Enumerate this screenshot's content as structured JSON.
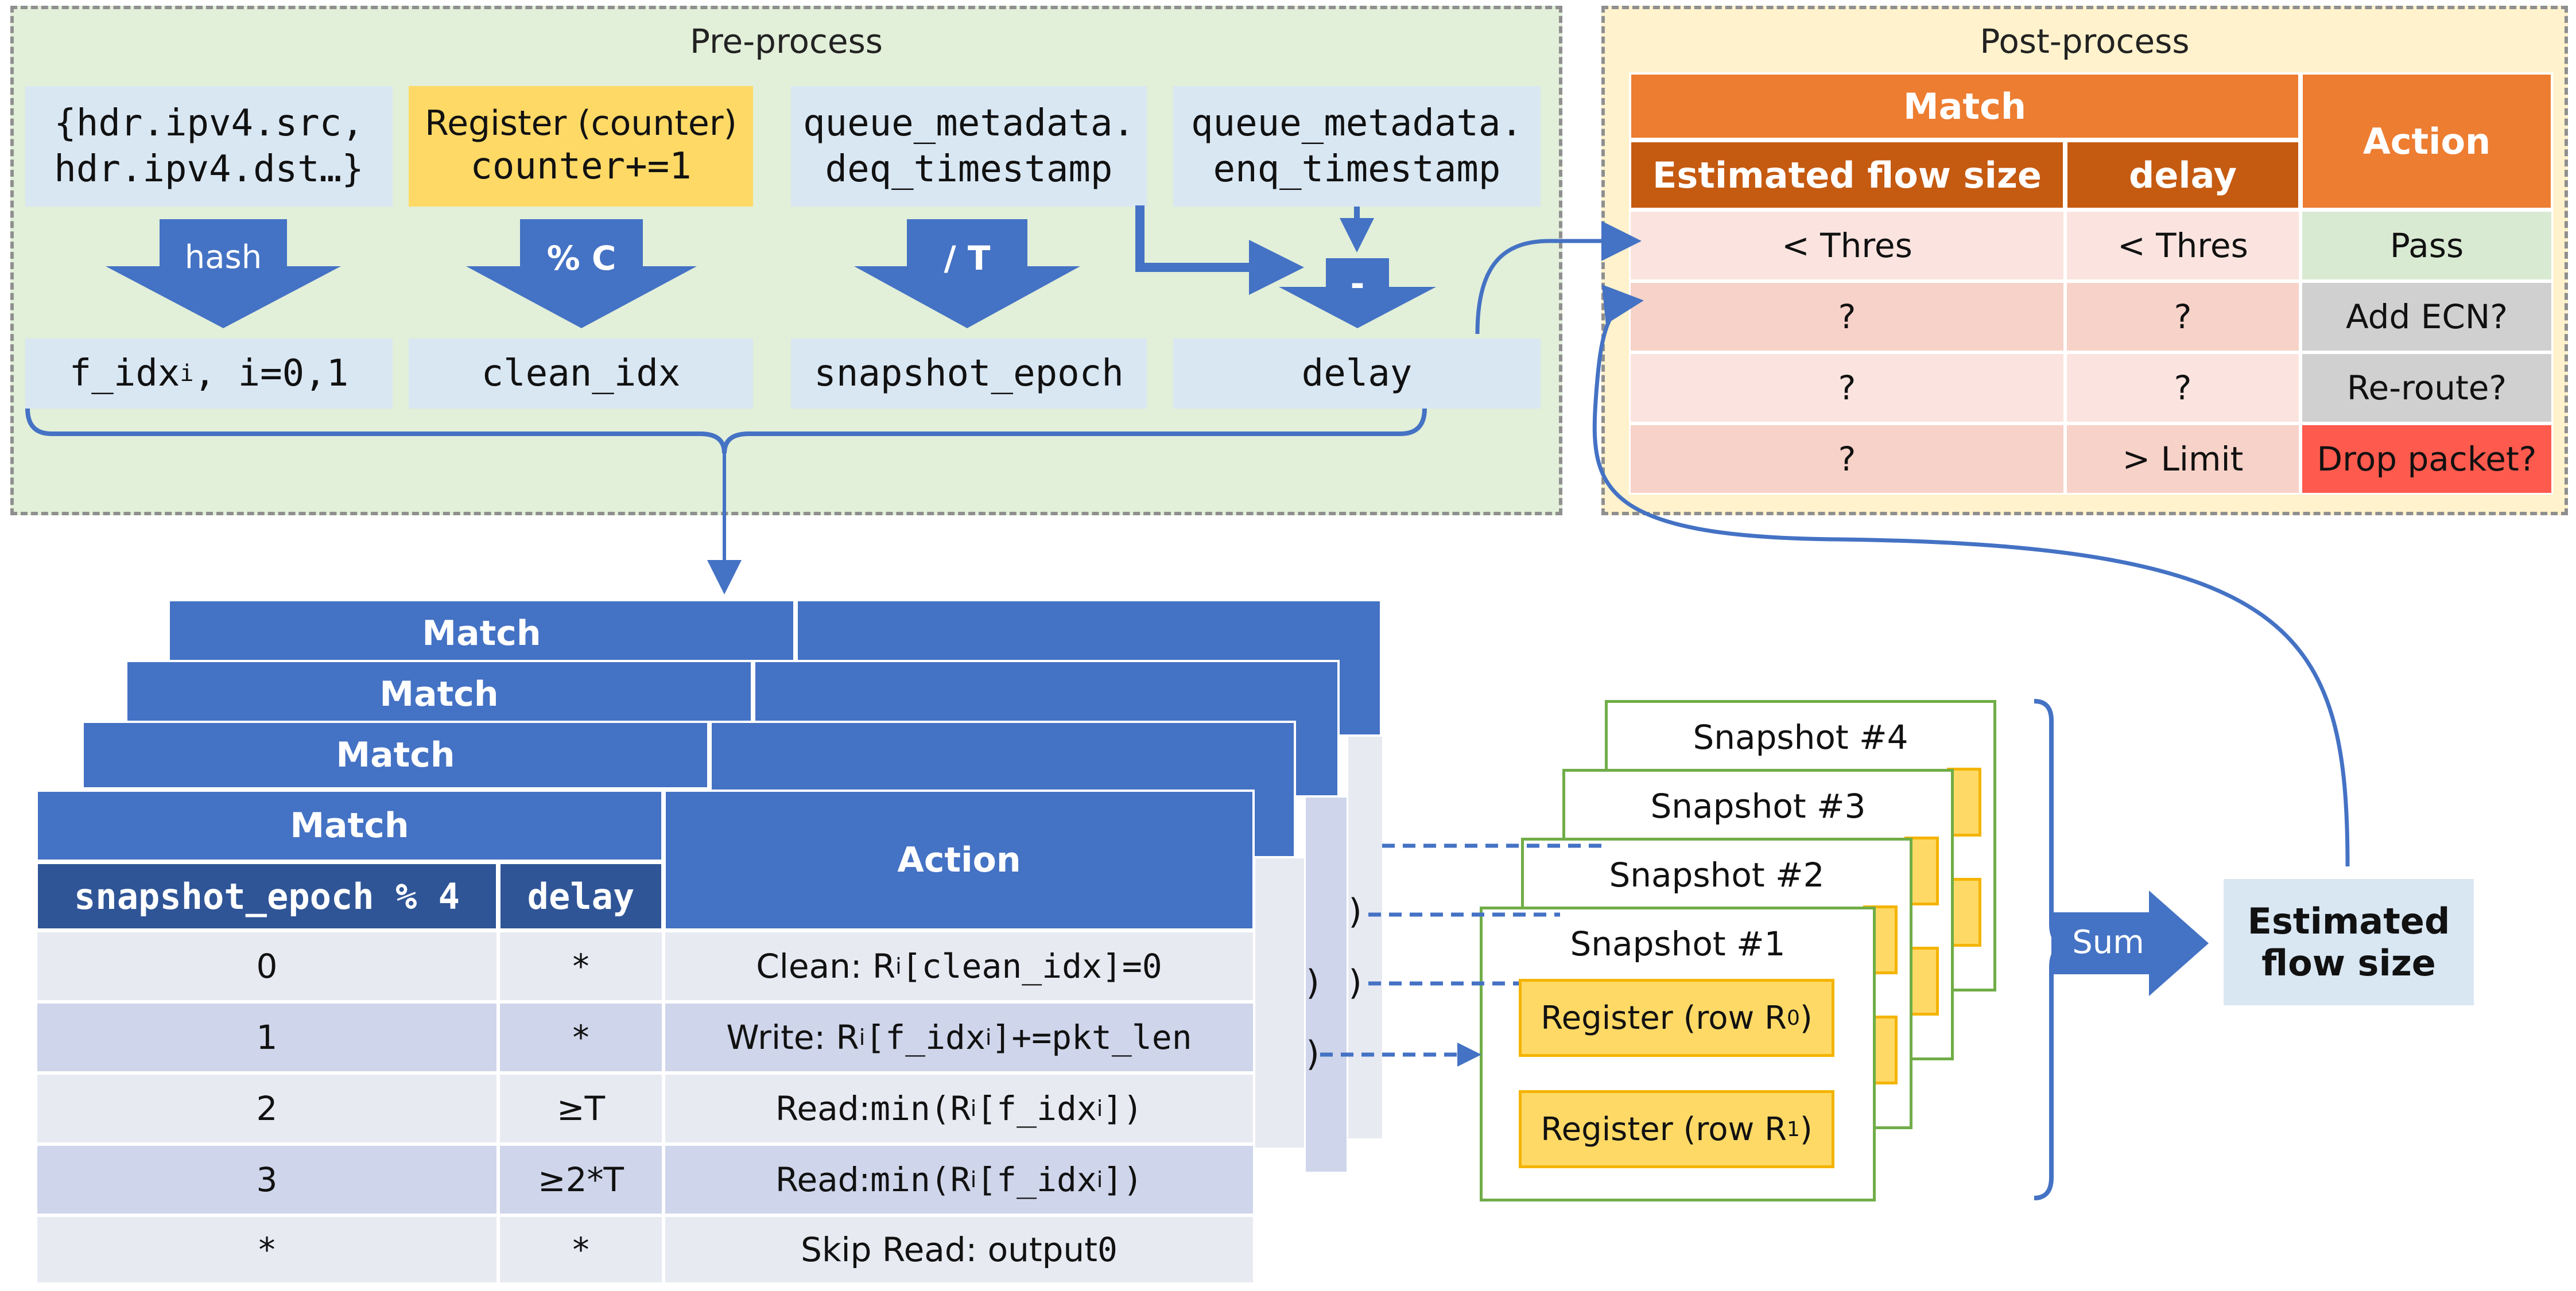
{
  "colors": {
    "pre_bg": "#e2efd9",
    "post_bg": "#fff2cc",
    "arrow_blue": "#4472c4",
    "match_orange": "#ed7d31",
    "subheader_orange": "#c55a11",
    "row_light": "#fbe4df",
    "row_med": "#f7d2c8",
    "action_pass": "#d9ead3",
    "action_gray": "#d0d0d0",
    "action_red": "#ff5a4e",
    "register_yellow": "#ffd966",
    "snapshot_green": "#70ad47",
    "table_row_a": "#e8eaf2",
    "table_row_b": "#cfd5ea"
  },
  "preprocess": {
    "title": "Pre-process",
    "inputs": [
      {
        "line1": "{hdr.ipv4.src,",
        "line2": "hdr.ipv4.dst…}"
      },
      {
        "line1": "Register (counter)",
        "line2": "counter+=1"
      },
      {
        "line1": "queue_metadata.",
        "line2": "deq_timestamp"
      },
      {
        "line1": "queue_metadata.",
        "line2": "enq_timestamp"
      }
    ],
    "ops": [
      "hash",
      "% C",
      "/ T",
      "-"
    ],
    "outputs": [
      {
        "main": "f_idx",
        "sub": "i",
        "rest": ", i=0,1"
      },
      {
        "main": "clean_idx"
      },
      {
        "main": "snapshot_epoch"
      },
      {
        "main": "delay"
      }
    ]
  },
  "postprocess": {
    "title": "Post-process",
    "match_label": "Match",
    "action_label": "Action",
    "col_flow": "Estimated flow size",
    "col_delay": "delay",
    "rows": [
      {
        "flow": "< Thres",
        "delay": "< Thres",
        "action": "Pass"
      },
      {
        "flow": "?",
        "delay": "?",
        "action": "Add ECN?"
      },
      {
        "flow": "?",
        "delay": "?",
        "action": "Re-route?"
      },
      {
        "flow": "?",
        "delay": "> Limit",
        "action": "Drop packet?"
      }
    ]
  },
  "tables": {
    "match_label": "Match",
    "action_label": "Action",
    "col_epoch": "snapshot_epoch % 4",
    "col_delay": "delay",
    "rows": [
      {
        "epoch": "0",
        "delay": "*",
        "action_pre": "Clean: R",
        "action_sub": "i",
        "action_code": "[clean_idx]=0"
      },
      {
        "epoch": "1",
        "delay": "*",
        "action_pre": "Write: R",
        "action_sub": "i",
        "action_code": "[f_idx",
        "action_sub2": "i",
        "action_code2": "]+=pkt_len"
      },
      {
        "epoch": "2",
        "delay": "≥T",
        "action_pre": "Read: ",
        "action_code": "min(R",
        "action_sub": "i",
        "action_code2": "[f_idx",
        "action_sub2": "i",
        "action_code3": "])"
      },
      {
        "epoch": "3",
        "delay": "≥2*T",
        "action_pre": "Read: ",
        "action_code": "min(R",
        "action_sub": "i",
        "action_code2": "[f_idx",
        "action_sub2": "i",
        "action_code3": "])"
      },
      {
        "epoch": "*",
        "delay": "*",
        "action_pre": "Skip Read: output ",
        "action_code": "0"
      }
    ],
    "peek_text": ")"
  },
  "snapshots": {
    "titles": [
      "Snapshot #4",
      "Snapshot #3",
      "Snapshot #2",
      "Snapshot #1"
    ],
    "register0": {
      "pre": "Register (row R",
      "sub": "0",
      "post": ")"
    },
    "register1": {
      "pre": "Register (row R",
      "sub": "1",
      "post": ")"
    }
  },
  "sum_label": "Sum",
  "estimated_flow_size": {
    "line1": "Estimated",
    "line2": "flow size"
  }
}
